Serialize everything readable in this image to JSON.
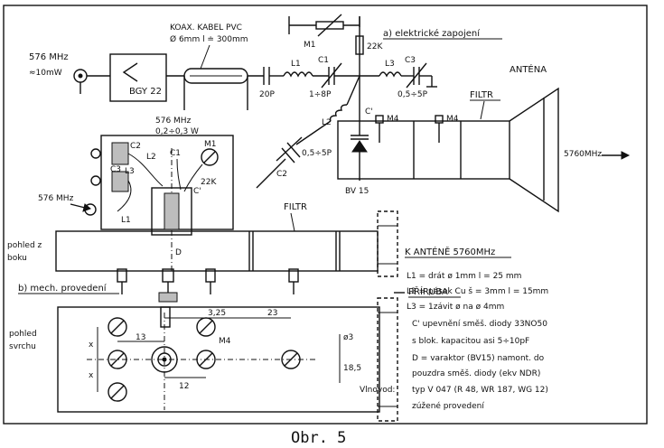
{
  "caption": "Obr. 5",
  "schematic": {
    "title": "a) elektrické zapojení",
    "input_freq": "576 MHz",
    "input_power": "≈10mW",
    "transistor": "BGY 22",
    "cable_label_1": "KOAX. KABEL PVC",
    "cable_label_2": "Ø 6mm  l ≐ 300mm",
    "out_freq": "576 MHz",
    "out_power": "0,2÷0,3 W",
    "m1": "M1",
    "r1": "22K",
    "c_20p": "20P",
    "l1": "L1",
    "c1": "C1",
    "c1_val": "1÷8P",
    "l3": "L3",
    "c3": "C3",
    "c3_val": "0,5÷5P",
    "l2": "L2",
    "c2": "C2",
    "c2_val": "0,5÷5P",
    "c_prime": "C'",
    "diode": "BV 15",
    "m4_a": "M4",
    "m4_b": "M4",
    "filtr": "FILTR",
    "antenna": "ANTÉNA",
    "out_5760": "5760MHz"
  },
  "side_view": {
    "title": "pohled z boku",
    "label_line1": "pohled z",
    "label_line2": "boku",
    "c2": "C2",
    "c3": "C3",
    "l3": "L3",
    "l2": "L2",
    "c1": "C1",
    "m1": "M1",
    "c_prime": "C'",
    "r": "22K",
    "in_freq": "576 MHz",
    "l1": "L1",
    "filtr": "FILTR",
    "d": "D",
    "to_antenna": "K ANTÉNĚ 5760MHz",
    "mech": "b) mech. provedení",
    "flange": "PŘÍRUBA"
  },
  "top_view": {
    "label_line1": "pohled",
    "label_line2": "svrchu",
    "dim_325": "3,25",
    "dim_23": "23",
    "dim_13": "13",
    "dim_12": "12",
    "dim_m4": "M4",
    "dim_d3": "ø3",
    "dim_185": "18,5",
    "dim_x1": "x",
    "dim_x2": "x"
  },
  "notes": [
    "L1 = drát ø 1mm   l = 25 mm",
    "L2 = pásek Cu š = 3mm l = 15mm",
    "L3 = 1závit  ø na ø 4mm",
    "C' upevnění směš. diody 33NO50",
    "s blok. kapacitou asi 5÷10pF",
    "D = varaktor (BV15) namont. do",
    "pouzdra směš. diody (ekv NDR)"
  ],
  "waveguide_label": "Vlnovod:",
  "waveguide_notes": [
    "typ V 047 (R 48, WR 187, WG 12)",
    "zúžené provedení"
  ]
}
